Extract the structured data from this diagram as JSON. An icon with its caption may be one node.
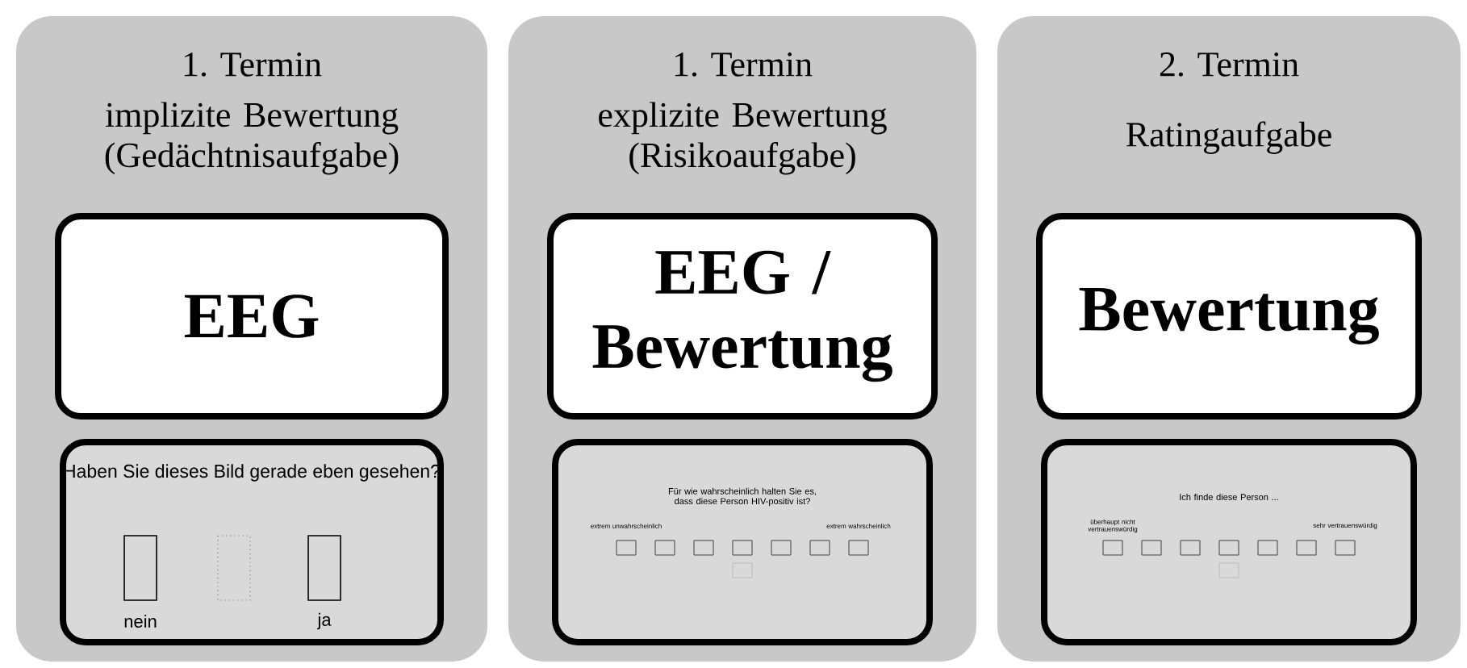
{
  "diagram": {
    "nodes": [
      {
        "text": [
          "1. Termin",
          "implizite Bewertung (Gedächtnisaufgabe)"
        ]
      },
      {
        "text": [
          "EEG"
        ],
        "in": 0
      },
      {
        "text": [
          "Haben Sie dieses Bild gerade eben gesehen?",
          "nein",
          "ja"
        ],
        "in": 0
      },
      {
        "text": [
          "1. Termin",
          "explizite Bewertung (Risikoaufgabe)"
        ]
      },
      {
        "text": [
          "EEG / Bewertung"
        ],
        "in": 3
      },
      {
        "text": [
          "Für wie wahrscheinlich halten Sie es, dass diese Person HIV-positiv ist?",
          "extrem unwahrscheinlich",
          "extrem wahrscheinlich"
        ],
        "in": 3
      },
      {
        "text": [
          "2. Termin",
          "Ratingaufgabe"
        ]
      },
      {
        "text": [
          "Bewertung"
        ],
        "in": 6
      },
      {
        "text": [
          "Ich finde diese Person ...",
          "überhaupt nicht vertrauenswürdig",
          "sehr vertrauenswürdig"
        ],
        "in": 6
      }
    ],
    "edges": []
  }
}
